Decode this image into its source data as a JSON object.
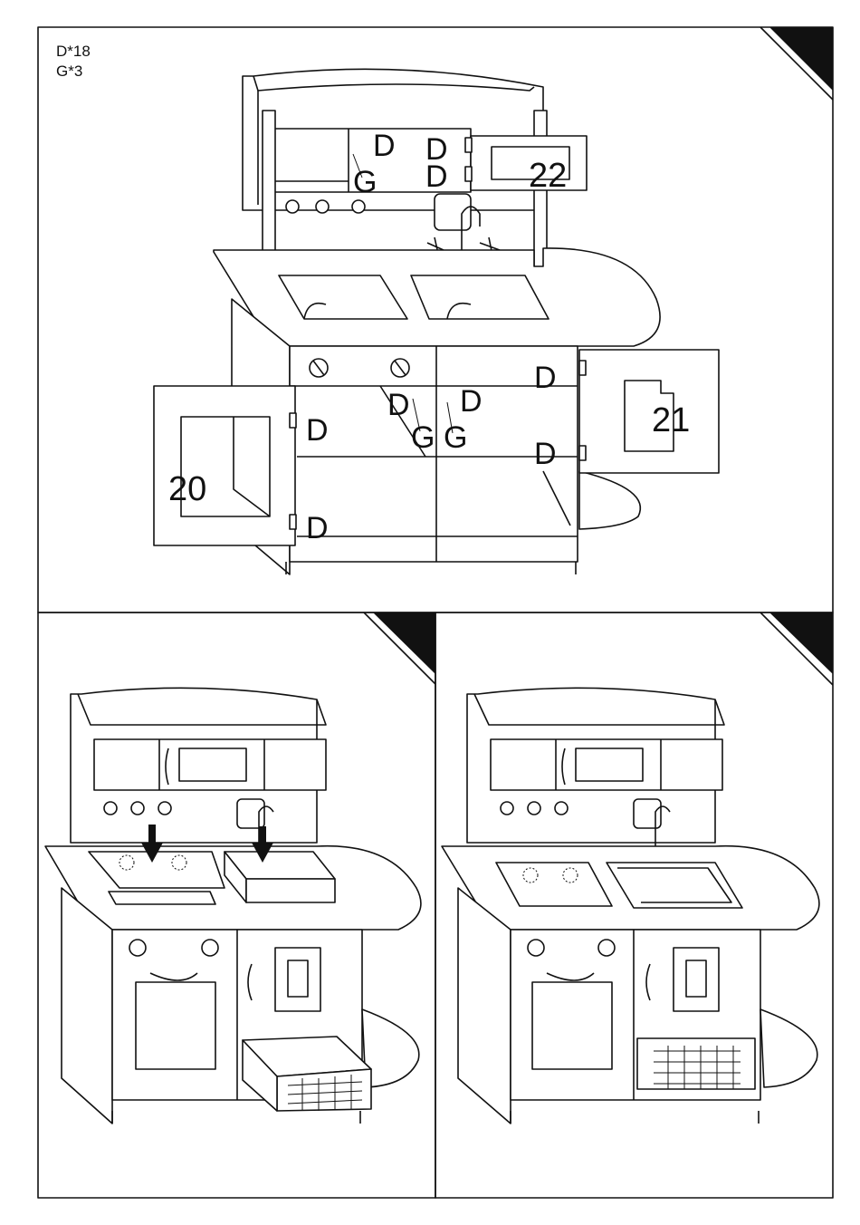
{
  "parts_list": [
    "D*18",
    "G*3"
  ],
  "callouts": {
    "screw": "D",
    "bracket": "G"
  },
  "part_numbers": {
    "left_door": "20",
    "right_door": "21",
    "upper_door": "22"
  },
  "step_count": 3,
  "colors": {
    "line": "#111111",
    "background": "#ffffff",
    "corner_tab": "#111111"
  },
  "icons": [
    "arrow-down-icon",
    "arrow-down-icon",
    "burner-icon",
    "faucet-icon",
    "hinge-icon",
    "knob-icon",
    "basket-icon"
  ]
}
